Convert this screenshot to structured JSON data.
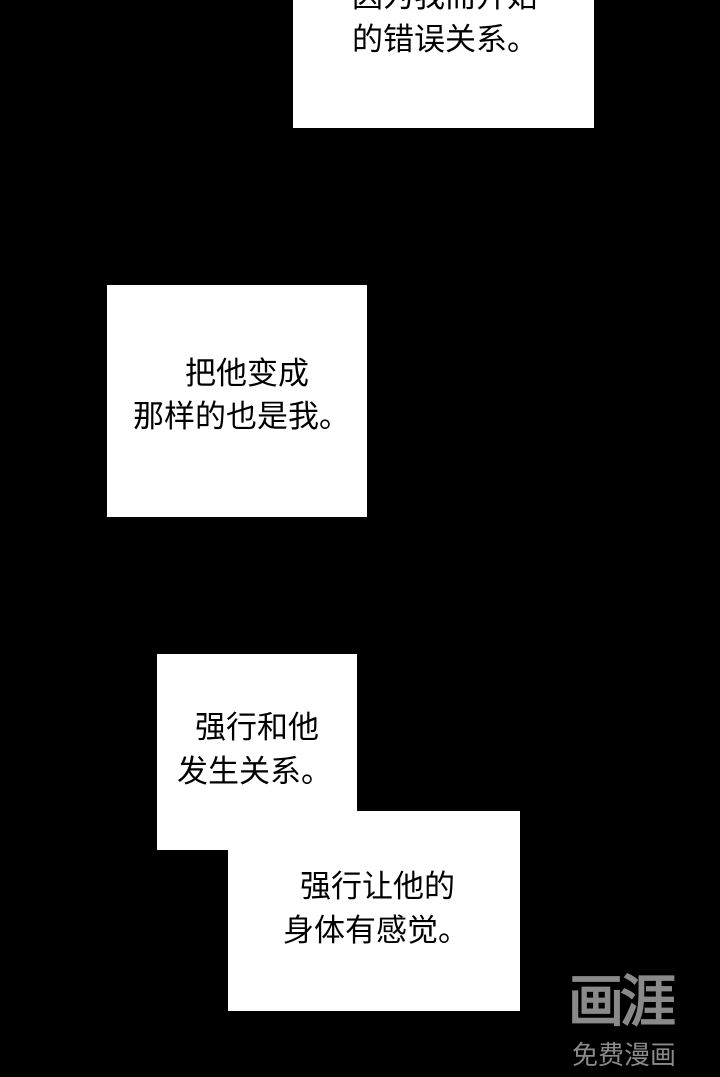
{
  "bubbles": [
    {
      "lines": [
        "因为我而开始",
        "的错误关系。"
      ]
    },
    {
      "lines": [
        "把他变成",
        "那样的也是我。"
      ]
    },
    {
      "lines": [
        "强行和他",
        "发生关系。"
      ]
    },
    {
      "lines": [
        "强行让他的",
        "身体有感觉。"
      ]
    }
  ],
  "watermark": {
    "logo": "画涯",
    "subtitle": "免费漫画",
    "color": "#8a8a8a"
  },
  "colors": {
    "background": "#000000",
    "bubble": "#ffffff",
    "text": "#000000"
  }
}
